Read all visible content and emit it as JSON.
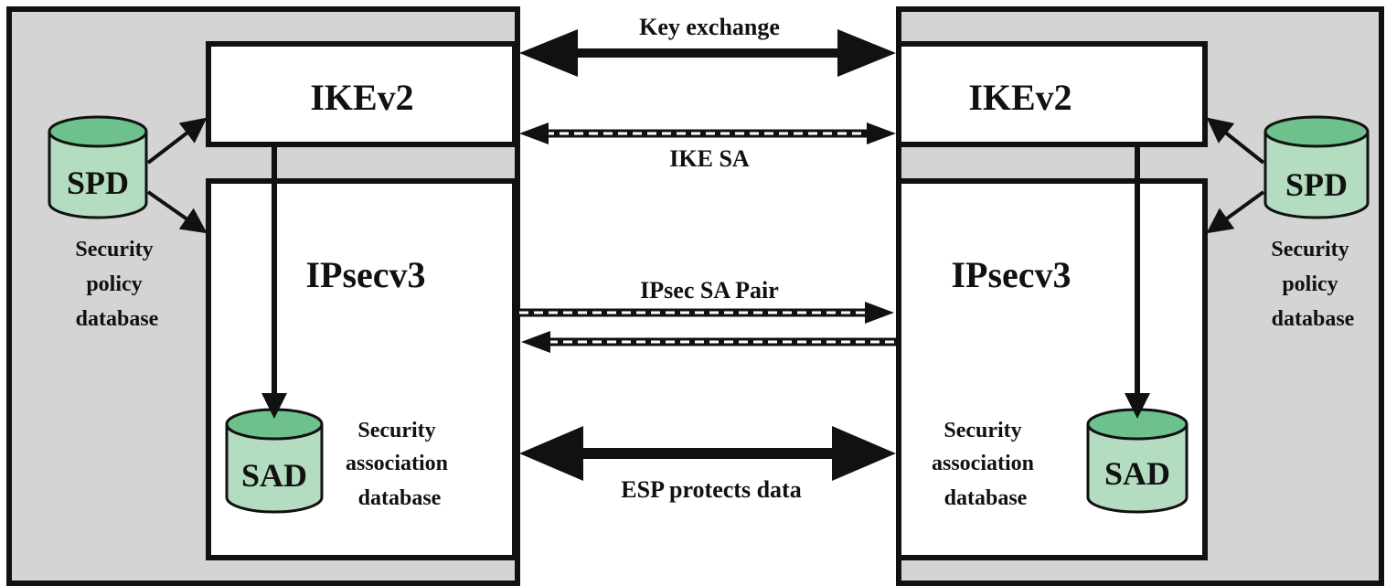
{
  "colors": {
    "host_bg": "#d4d4d4",
    "db_fill": "#b4dcc0",
    "db_top": "#6ec08c",
    "line": "#111111",
    "box_fill": "#ffffff"
  },
  "left": {
    "ike_label": "IKEv2",
    "ipsec_label": "IPsecv3",
    "spd_label": "SPD",
    "spd_caption": [
      "Security",
      "policy",
      "database"
    ],
    "sad_label": "SAD",
    "sad_caption": [
      "Security",
      "association",
      "database"
    ]
  },
  "right": {
    "ike_label": "IKEv2",
    "ipsec_label": "IPsecv3",
    "spd_label": "SPD",
    "spd_caption": [
      "Security",
      "policy",
      "database"
    ],
    "sad_label": "SAD",
    "sad_caption": [
      "Security",
      "association",
      "database"
    ]
  },
  "links": {
    "key_exchange": "Key exchange",
    "ike_sa": "IKE SA",
    "ipsec_sa_pair": "IPsec SA Pair",
    "esp": "ESP protects data"
  }
}
